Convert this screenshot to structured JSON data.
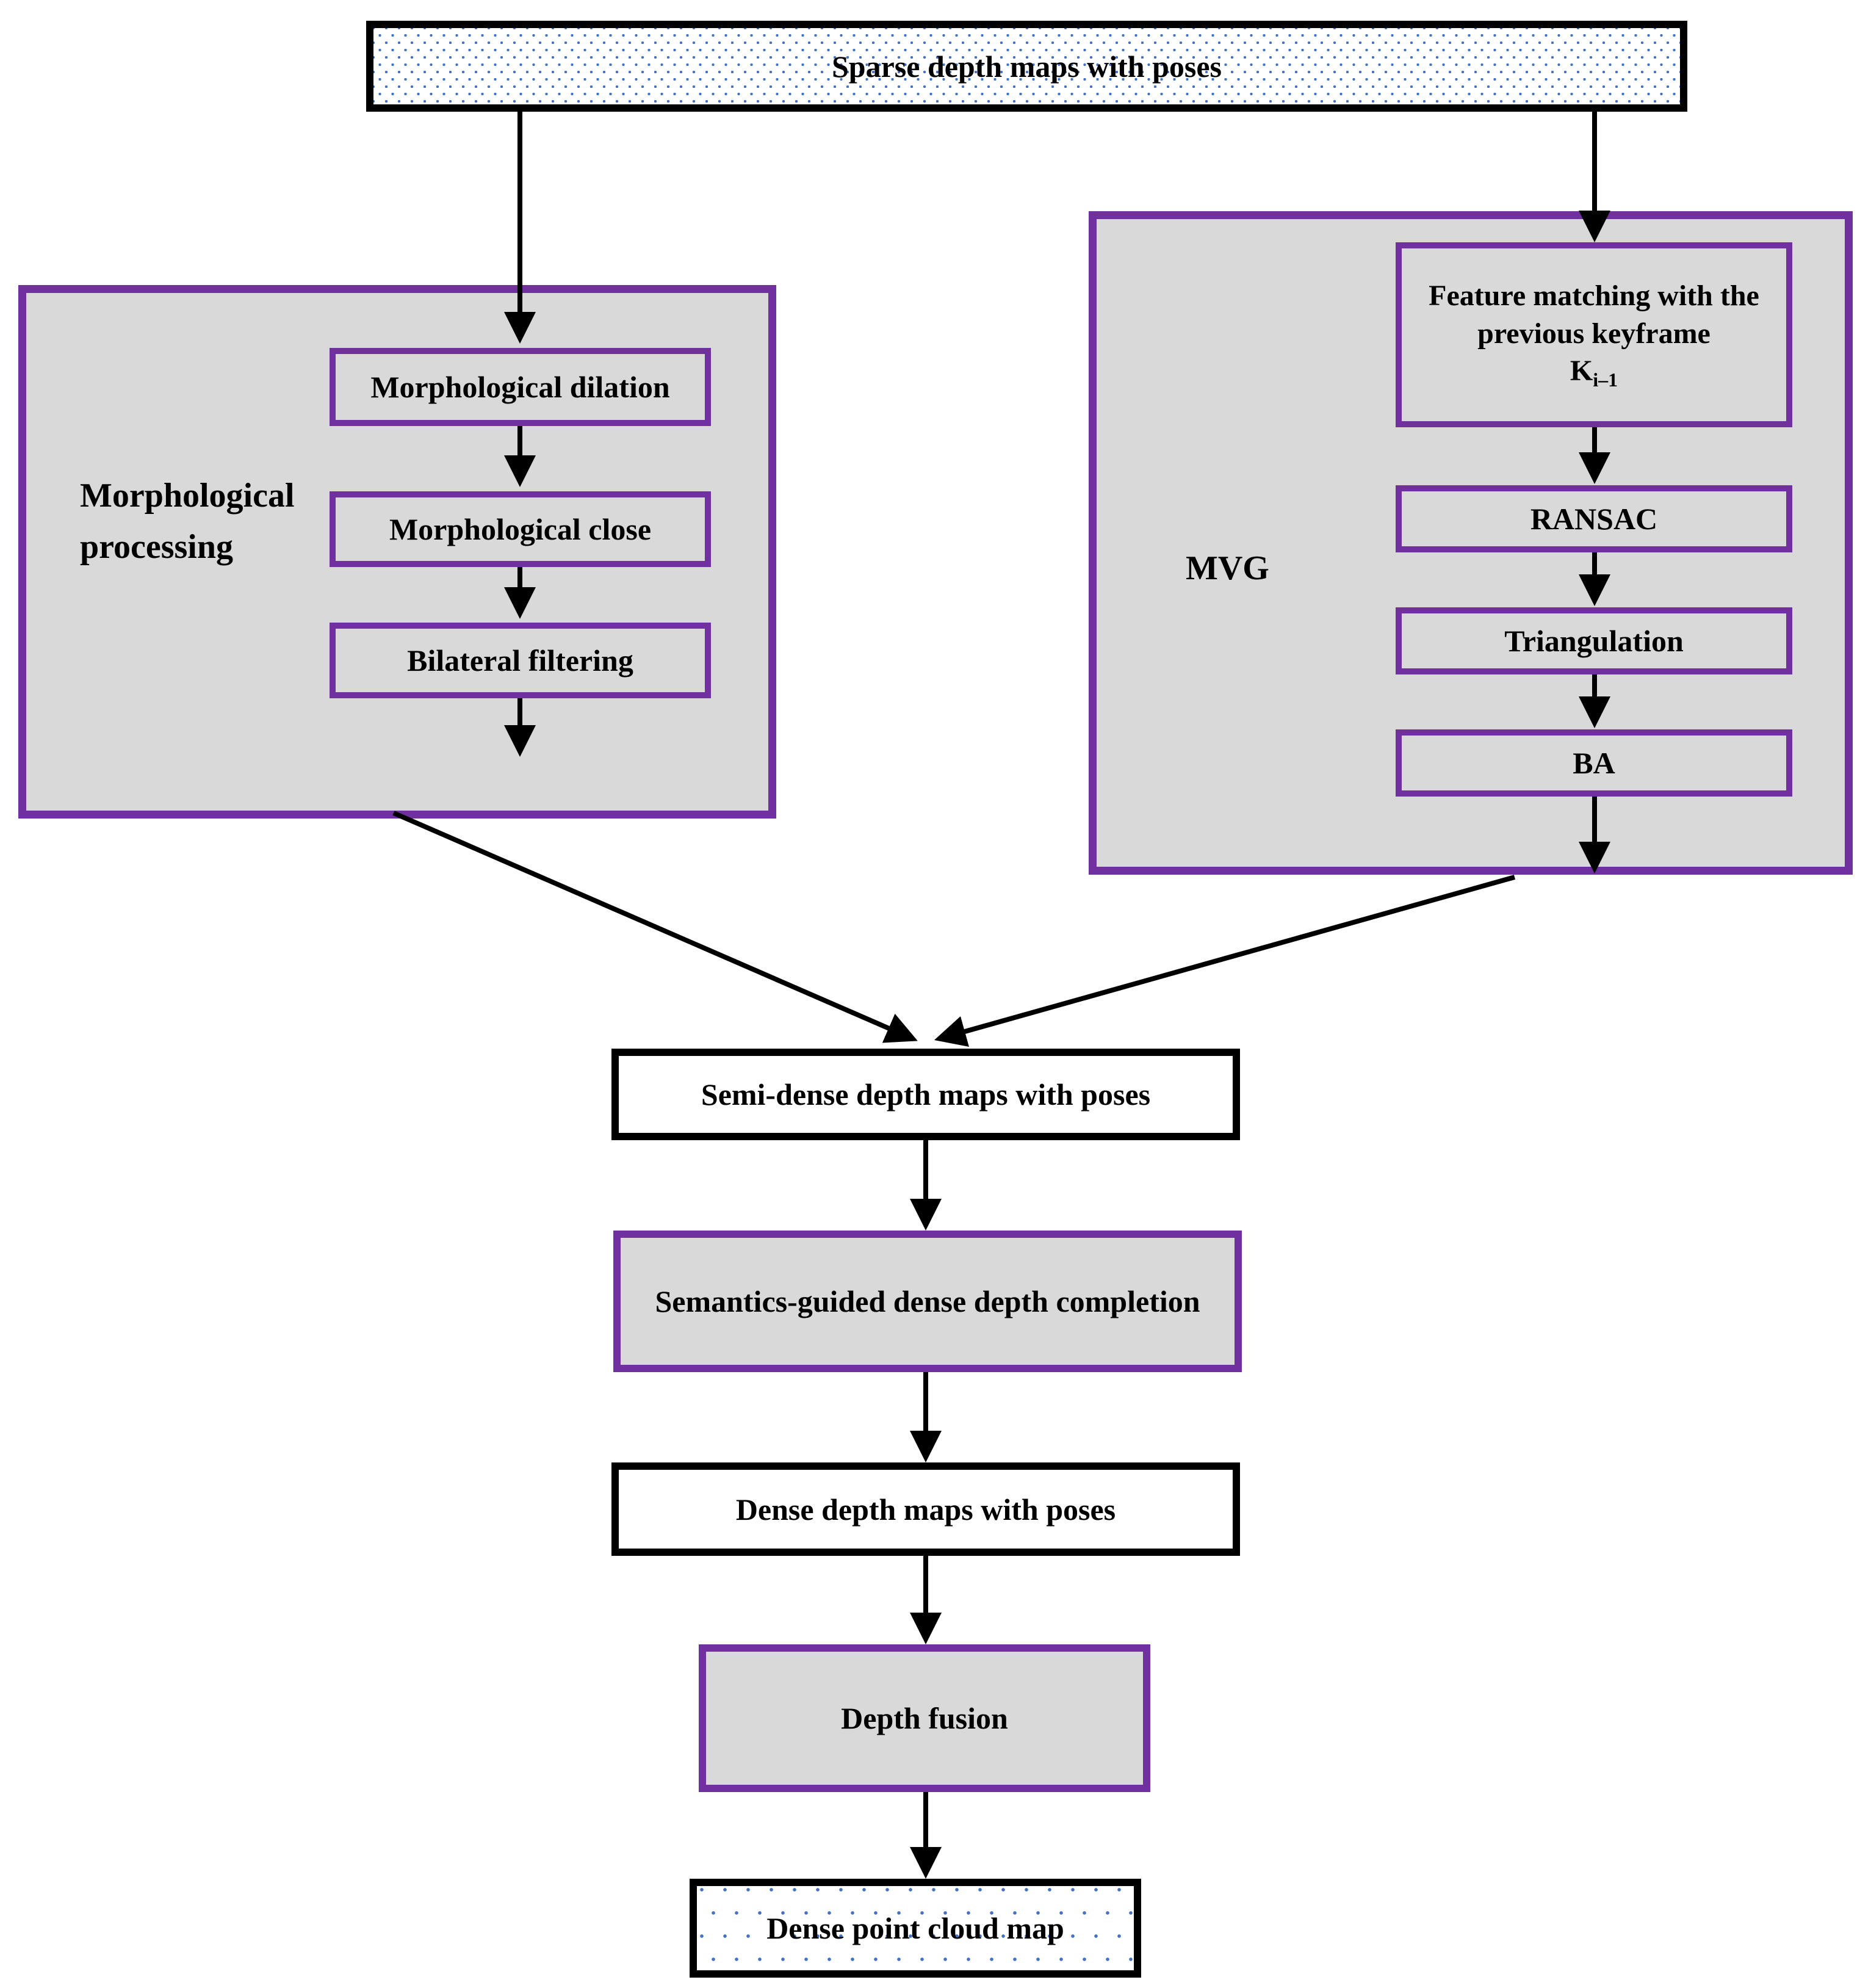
{
  "colors": {
    "purple_border": "#7030A0",
    "gray_fill": "#D9D9D9",
    "black_border": "#000000",
    "dot_blue": "#4472C4",
    "background": "#FFFFFF"
  },
  "groups": {
    "morphological": {
      "label": "Morphological processing"
    },
    "mvg": {
      "label": "MVG"
    }
  },
  "nodes": {
    "sparse": {
      "label": "Sparse depth maps with poses"
    },
    "dilation": {
      "label": "Morphological dilation"
    },
    "close": {
      "label": "Morphological close"
    },
    "bilateral": {
      "label": "Bilateral filtering"
    },
    "feature": {
      "label": "Feature matching with the previous keyframe",
      "symbol": "K",
      "symbol_sub": "i–1"
    },
    "ransac": {
      "label": "RANSAC"
    },
    "triangulation": {
      "label": "Triangulation"
    },
    "ba": {
      "label": "BA"
    },
    "semidense": {
      "label": "Semi-dense depth maps with poses"
    },
    "semantics": {
      "label": "Semantics-guided dense depth completion"
    },
    "dense": {
      "label": "Dense depth maps with poses"
    },
    "fusion": {
      "label": "Depth fusion"
    },
    "pointcloud": {
      "label": "Dense point cloud map"
    }
  }
}
